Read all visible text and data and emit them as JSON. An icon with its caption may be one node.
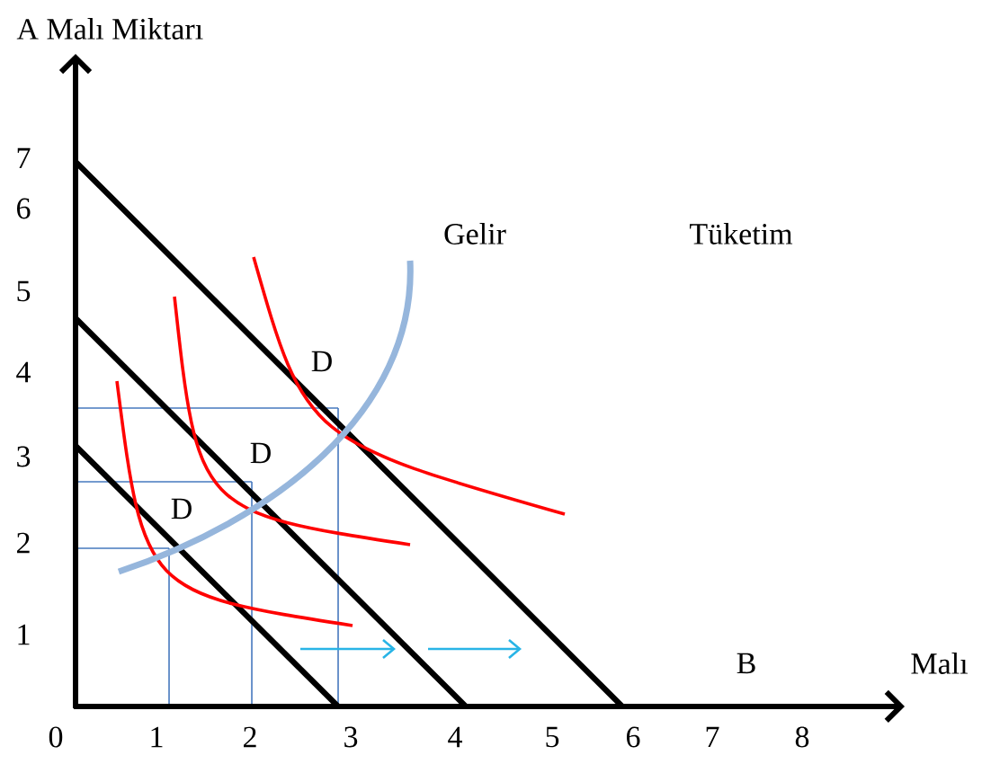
{
  "diagram": {
    "labels": [
      "A Malı Miktarı",
      "7",
      "6",
      "Gelir",
      "Tüketim",
      "5",
      "D",
      "4",
      "3",
      "D",
      "2",
      "D",
      "1",
      "B",
      "Malı",
      "0",
      "1",
      "2",
      "3",
      "4",
      "5",
      "6",
      "7",
      "8"
    ]
  }
}
